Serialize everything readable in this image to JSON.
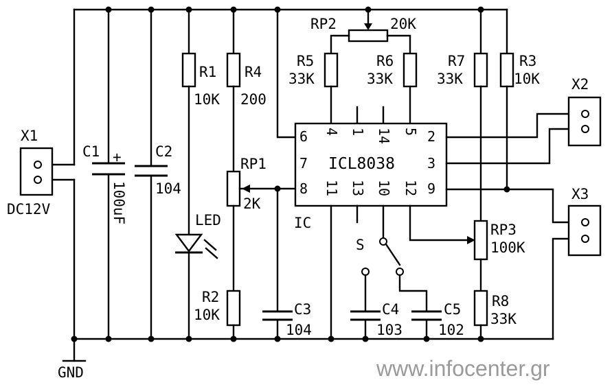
{
  "connectors": {
    "x1": {
      "label": "X1",
      "note": "DC12V"
    },
    "x2": {
      "label": "X2"
    },
    "x3": {
      "label": "X3"
    }
  },
  "ground": "GND",
  "ic": {
    "name": "ICL8038",
    "ref": "IC",
    "pins": {
      "p6": "6",
      "p4": "4",
      "p1": "1",
      "p14": "14",
      "p5": "5",
      "p2": "2",
      "p7": "7",
      "p3": "3",
      "p8": "8",
      "p11": "11",
      "p13": "13",
      "p10": "10",
      "p12": "12",
      "p9": "9"
    }
  },
  "components": {
    "c1": {
      "ref": "C1",
      "value": "100uF",
      "polarity": "+"
    },
    "c2": {
      "ref": "C2",
      "value": "104"
    },
    "r1": {
      "ref": "R1",
      "value": "10K"
    },
    "r4": {
      "ref": "R4",
      "value": "200"
    },
    "rp1": {
      "ref": "RP1",
      "value": "2K"
    },
    "led": {
      "ref": "LED"
    },
    "r2": {
      "ref": "R2",
      "value": "10K"
    },
    "c3": {
      "ref": "C3",
      "value": "104"
    },
    "rp2": {
      "ref": "RP2",
      "value": "20K"
    },
    "r5": {
      "ref": "R5",
      "value": "33K"
    },
    "r6": {
      "ref": "R6",
      "value": "33K"
    },
    "r7": {
      "ref": "R7",
      "value": "33K"
    },
    "r3": {
      "ref": "R3",
      "value": "10K"
    },
    "rp3": {
      "ref": "RP3",
      "value": "100K"
    },
    "r8": {
      "ref": "R8",
      "value": "33K"
    },
    "s": {
      "ref": "S"
    },
    "c4": {
      "ref": "C4",
      "value": "103"
    },
    "c5": {
      "ref": "C5",
      "value": "102"
    }
  },
  "watermark": "www.infocenter.gr"
}
